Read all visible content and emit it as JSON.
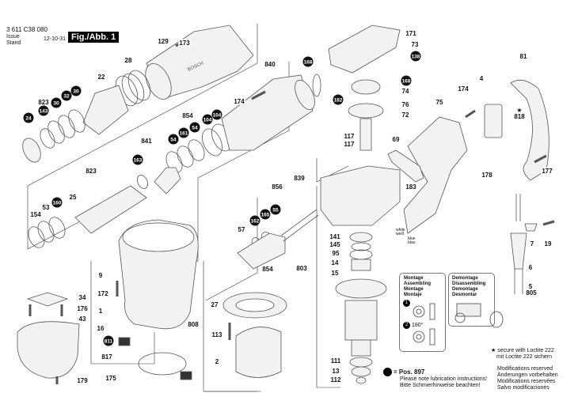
{
  "header": {
    "part_number": "3 611 C38 080",
    "issue_label": "Issue",
    "stand_label": "Stand",
    "date": "12-10-31",
    "figure": "Fig./Abb. 1"
  },
  "labels": [
    {
      "text": "173",
      "filled": false
    },
    {
      "text": "129",
      "filled": false
    },
    {
      "text": "28",
      "filled": false
    },
    {
      "text": "22",
      "filled": false
    },
    {
      "text": "823",
      "filled": false
    },
    {
      "text": "143",
      "filled": true
    },
    {
      "text": "30",
      "filled": true
    },
    {
      "text": "32",
      "filled": true
    },
    {
      "text": "30",
      "filled": true
    },
    {
      "text": "24",
      "filled": true
    },
    {
      "text": "840",
      "filled": false
    },
    {
      "text": "174",
      "filled": false
    },
    {
      "text": "854",
      "filled": false
    },
    {
      "text": "104",
      "filled": true
    },
    {
      "text": "104",
      "filled": true
    },
    {
      "text": "54",
      "filled": true
    },
    {
      "text": "161",
      "filled": true
    },
    {
      "text": "54",
      "filled": true
    },
    {
      "text": "841",
      "filled": false
    },
    {
      "text": "163",
      "filled": true
    },
    {
      "text": "823",
      "filled": false
    },
    {
      "text": "25",
      "filled": false
    },
    {
      "text": "160",
      "filled": true
    },
    {
      "text": "53",
      "filled": false
    },
    {
      "text": "154",
      "filled": false
    },
    {
      "text": "856",
      "filled": false
    },
    {
      "text": "55",
      "filled": true
    },
    {
      "text": "165",
      "filled": true
    },
    {
      "text": "162",
      "filled": true
    },
    {
      "text": "57",
      "filled": false
    },
    {
      "text": "854",
      "filled": false
    },
    {
      "text": "839",
      "filled": false
    },
    {
      "text": "168",
      "filled": true
    },
    {
      "text": "182",
      "filled": true
    },
    {
      "text": "171",
      "filled": false
    },
    {
      "text": "73",
      "filled": false
    },
    {
      "text": "138",
      "filled": true
    },
    {
      "text": "168",
      "filled": true
    },
    {
      "text": "74",
      "filled": false
    },
    {
      "text": "76",
      "filled": false
    },
    {
      "text": "72",
      "filled": false
    },
    {
      "text": "117",
      "filled": false
    },
    {
      "text": "117",
      "filled": false
    },
    {
      "text": "69",
      "filled": false
    },
    {
      "text": "183",
      "filled": false
    },
    {
      "text": "75",
      "filled": false
    },
    {
      "text": "174",
      "filled": false
    },
    {
      "text": "4",
      "filled": false
    },
    {
      "text": "81",
      "filled": false
    },
    {
      "text": "818",
      "filled": false,
      "star": true
    },
    {
      "text": "178",
      "filled": false
    },
    {
      "text": "177",
      "filled": false
    },
    {
      "text": "9",
      "filled": false
    },
    {
      "text": "172",
      "filled": false
    },
    {
      "text": "1",
      "filled": false
    },
    {
      "text": "808",
      "filled": false
    },
    {
      "text": "16",
      "filled": false
    },
    {
      "text": "811",
      "filled": true
    },
    {
      "text": "817",
      "filled": false
    },
    {
      "text": "175",
      "filled": false
    },
    {
      "text": "34",
      "filled": false
    },
    {
      "text": "176",
      "filled": false
    },
    {
      "text": "43",
      "filled": false
    },
    {
      "text": "179",
      "filled": false
    },
    {
      "text": "27",
      "filled": false
    },
    {
      "text": "113",
      "filled": false
    },
    {
      "text": "2",
      "filled": false
    },
    {
      "text": "141",
      "filled": false
    },
    {
      "text": "145",
      "filled": false
    },
    {
      "text": "95",
      "filled": false
    },
    {
      "text": "14",
      "filled": false
    },
    {
      "text": "803",
      "filled": false
    },
    {
      "text": "15",
      "filled": false
    },
    {
      "text": "111",
      "filled": false
    },
    {
      "text": "13",
      "filled": false
    },
    {
      "text": "112",
      "filled": false
    },
    {
      "text": "7",
      "filled": false
    },
    {
      "text": "19",
      "filled": false
    },
    {
      "text": "6",
      "filled": false
    },
    {
      "text": "5",
      "filled": false
    },
    {
      "text": "805",
      "filled": false
    }
  ],
  "wires": {
    "white": "white",
    "white_de": "weiß",
    "blue": "blue",
    "blue_de": "blau"
  },
  "montage": {
    "lines": [
      "Montage",
      "Assembling",
      "Montage",
      "Montaje"
    ],
    "step1": "1",
    "step2": "2",
    "angle": "180°"
  },
  "demontage": {
    "lines": [
      "Demontage",
      "Disassembling",
      "Demontage",
      "Desmontar"
    ]
  },
  "notes": {
    "loctite_en": "secure with Loctite 222",
    "loctite_de": "mit Loctite 222 sichern",
    "mods": [
      "Modifications reserved",
      "Änderungen vorbehalten",
      "Modifications reservées",
      "Salvo modificaciones"
    ],
    "pos_label": "= Pos.  897",
    "lube_en": "Please note lubrication instructions!",
    "lube_de": "Bitte Schmierhinweise beachten!"
  },
  "brand_mark": "BOSCH",
  "colors": {
    "ink": "#111111",
    "outline": "#555555",
    "part_fill": "#f2f2f2"
  }
}
